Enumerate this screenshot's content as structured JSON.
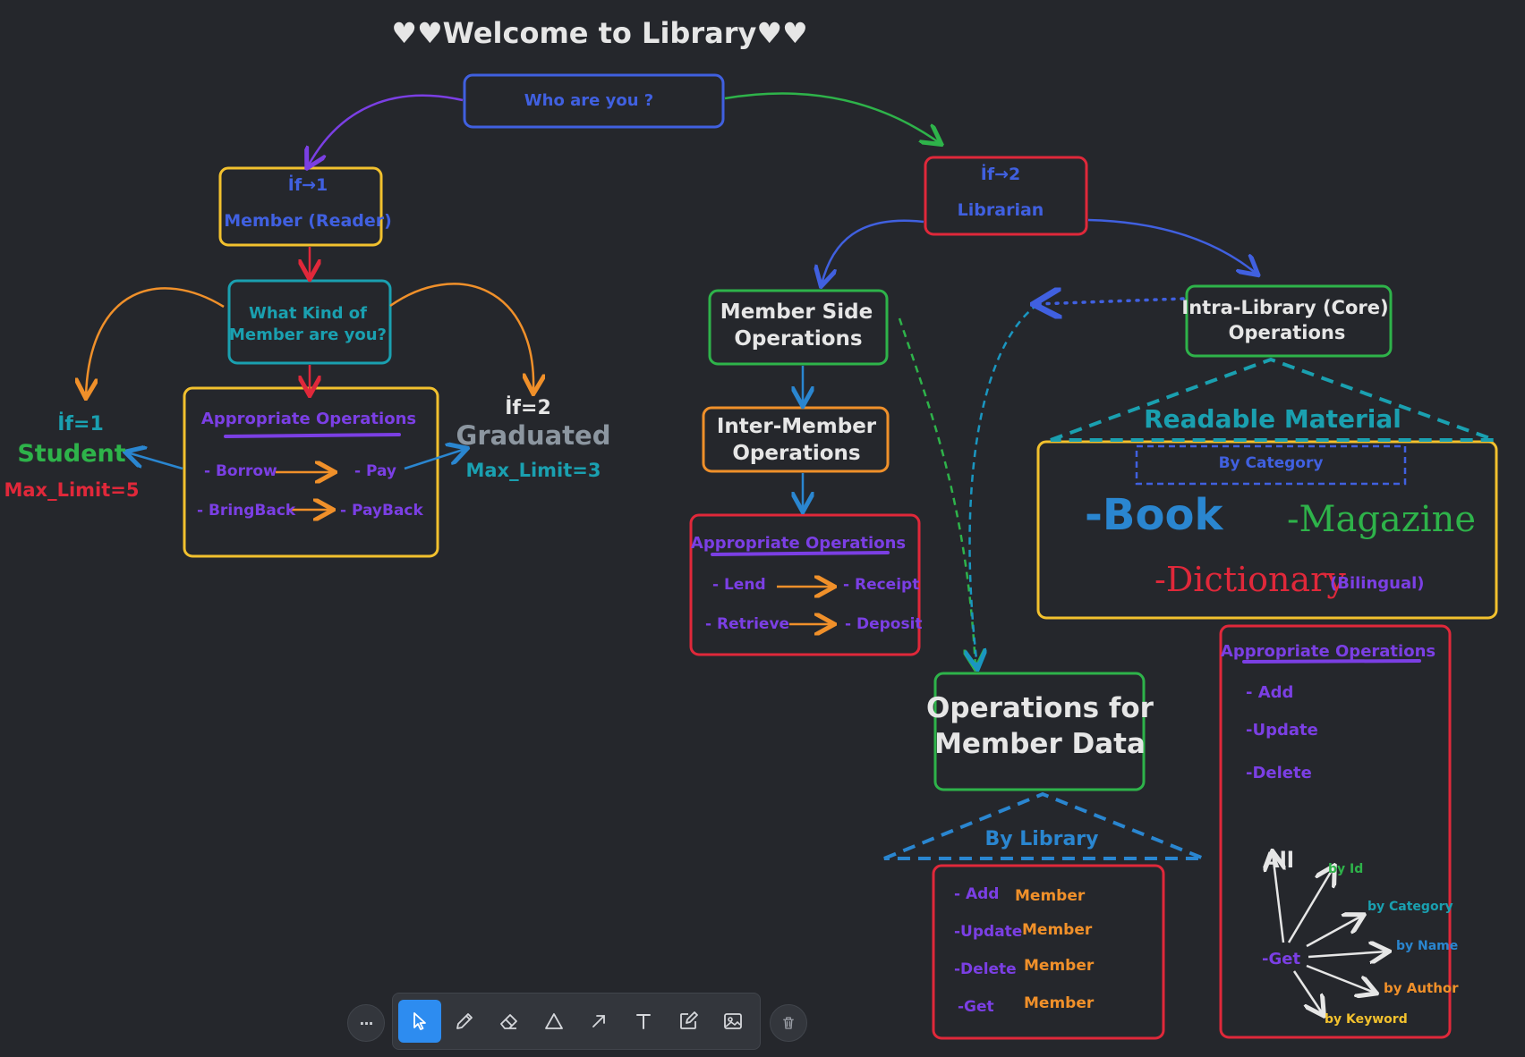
{
  "title": "♥♥Welcome to Library♥♥",
  "colors": {
    "background": "#25272c",
    "blue": "#4060e0",
    "violet": "#7b3fe4",
    "green": "#2eb34a",
    "red": "#e0283a",
    "yellow": "#f2c12e",
    "teal": "#1aa0b0",
    "orange": "#f0902a",
    "white": "#e6e6e6",
    "accent": "#2d8cf0"
  },
  "nodes": {
    "who": "Who are you ?",
    "member_if": "İf→1",
    "member_label": "Member (Reader)",
    "what_kind_line1": "What Kind of",
    "what_kind_line2": "Member are you?",
    "student_if": "İf=1",
    "student_label": "Student",
    "student_limit": "Max_Limit=5",
    "graduated_if": "İf=2",
    "graduated_label": "Graduated",
    "graduated_limit": "Max_Limit=3",
    "member_ops": {
      "heading": "Appropriate Operations",
      "borrow": "- Borrow",
      "pay": "- Pay",
      "bringback": "- BringBack",
      "payback": "- PayBack"
    },
    "librarian_if": "İf→2",
    "librarian_label": "Librarian",
    "member_side_line1": "Member Side",
    "member_side_line2": "Operations",
    "inter_member_line1": "Inter-Member",
    "inter_member_line2": "Operations",
    "inter_ops": {
      "heading": "Appropriate Operations",
      "lend": "- Lend",
      "receipt": "- Receipt",
      "retrieve": "- Retrieve",
      "deposit": "- Deposit"
    },
    "intra_line1": "Intra-Library (Core)",
    "intra_line2": "Operations",
    "readable_material": "Readable Material",
    "by_category": "By Category",
    "book": "-Book",
    "magazine": "-Magazine",
    "dictionary": "-Dictionary",
    "bilingual": "(Bilingual)",
    "core_ops": {
      "heading": "Appropriate Operations",
      "add": "- Add",
      "update": "-Update",
      "delete": "-Delete",
      "all": "All",
      "get": "-Get",
      "by_id": "by Id",
      "by_category": "by Category",
      "by_name": "by Name",
      "by_author": "by Author",
      "by_keyword": "by Keyword"
    },
    "member_data_line1": "Operations for",
    "member_data_line2": "Member Data",
    "by_library": "By Library",
    "member_data_ops": {
      "add": "- Add",
      "update": "-Update",
      "delete": "-Delete",
      "get": "-Get",
      "member": "Member"
    }
  },
  "toolbar": {
    "more": "···",
    "tools": [
      "select-icon",
      "pencil-icon",
      "eraser-icon",
      "shape-icon",
      "arrow-icon",
      "text-icon",
      "note-icon",
      "image-icon"
    ],
    "active_tool": "select-icon",
    "trash": "trash-icon"
  }
}
